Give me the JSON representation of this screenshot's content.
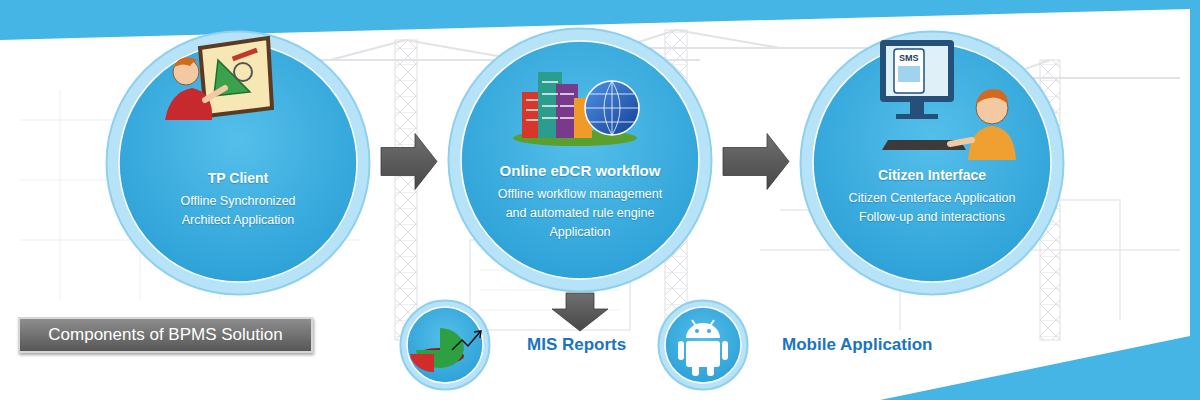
{
  "diagram": {
    "nodes": [
      {
        "text": [
          "TP Client",
          "Offline Synchronized Architect Application"
        ]
      },
      {
        "text": [
          "Online eDCR workflow",
          "Offline workflow management and automated rule engine Application"
        ]
      },
      {
        "text": [
          "Citizen Interface",
          "Citizen Centerface Application Follow-up and interactions"
        ]
      },
      {
        "text": [
          "MIS Reports"
        ]
      },
      {
        "text": [
          "Mobile Application"
        ]
      },
      {
        "text": [
          "Components of BPMS Solution"
        ]
      }
    ],
    "edges": [
      {
        "from": 0,
        "to": 1,
        "arrow": "to"
      },
      {
        "from": 1,
        "to": 2,
        "arrow": "to"
      },
      {
        "from": 1,
        "to": 3,
        "arrow": "to"
      }
    ],
    "labels": [
      "SMS"
    ]
  }
}
